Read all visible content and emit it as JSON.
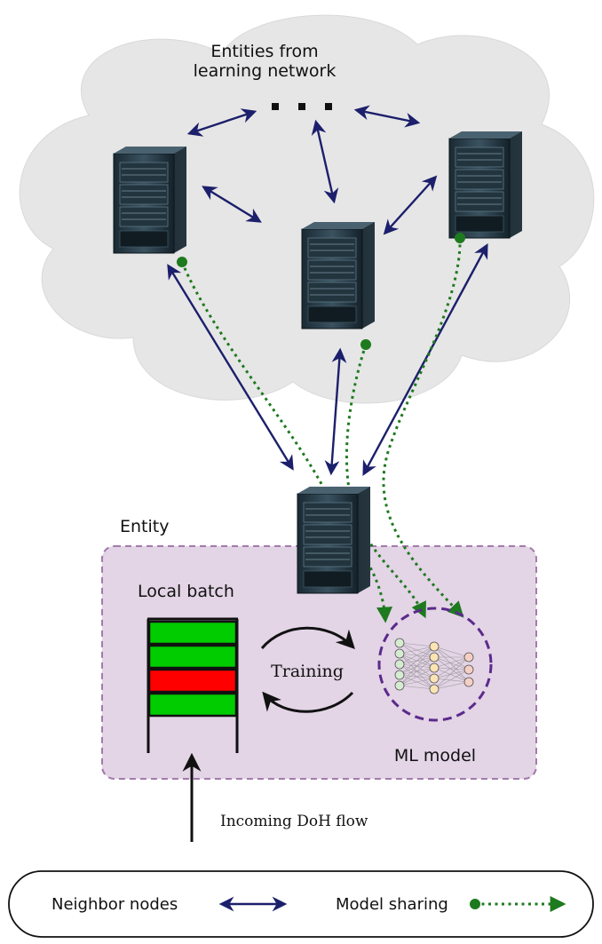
{
  "cloud_label_line1": "Entities from",
  "cloud_label_line2": "learning network",
  "entity_label": "Entity",
  "local_batch_label": "Local batch",
  "training_label": "Training",
  "ml_model_label": "ML model",
  "incoming_label": "Incoming DoH flow",
  "legend": {
    "neighbor_label": "Neighbor nodes",
    "sharing_label": "Model sharing"
  },
  "batch_rows": [
    "green",
    "green",
    "red",
    "green"
  ],
  "colors": {
    "cloud": "#e6e6e6",
    "entity_box": "#e3d4e6",
    "entity_border": "#a37bab",
    "neighbor_arrow": "#1c1f6b",
    "sharing": "#1e7a1e",
    "batch_green": "#00cc00",
    "batch_red": "#ff0000",
    "ml_circle": "#5b2a8c"
  }
}
